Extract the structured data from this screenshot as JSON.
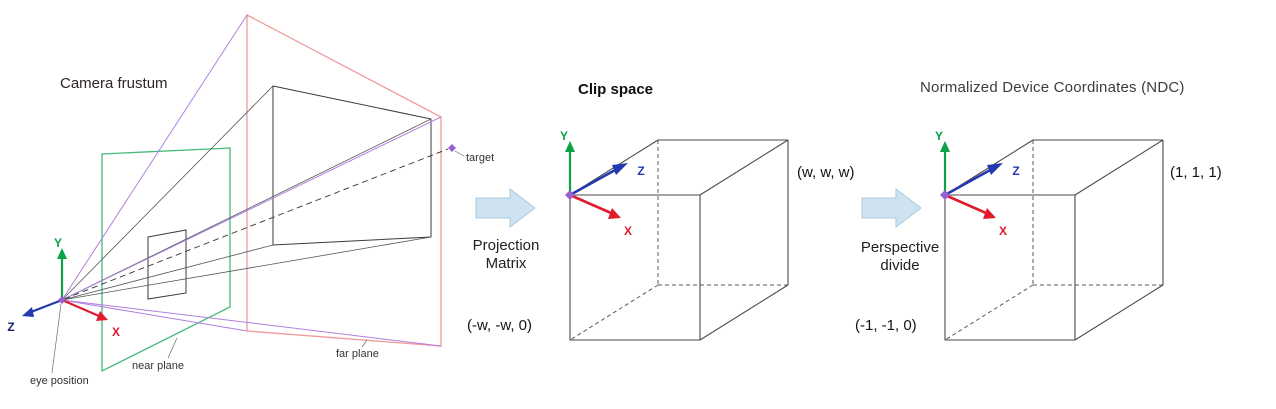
{
  "diagram": {
    "frustum": {
      "title": "Camera frustum",
      "target_label": "target",
      "eye_label": "eye position",
      "near_label": "near plane",
      "far_label": "far plane",
      "axes": {
        "x": "X",
        "y": "Y",
        "z": "Z"
      }
    },
    "projection_step": {
      "line1": "Projection",
      "line2": "Matrix"
    },
    "clip": {
      "title": "Clip space",
      "max_corner": "(w, w, w)",
      "min_corner": "(-w, -w, 0)",
      "axes": {
        "x": "X",
        "y": "Y",
        "z": "Z"
      }
    },
    "perspective_step": {
      "line1": "Perspective",
      "line2": "divide"
    },
    "ndc": {
      "title": "Normalized Device Coordinates (NDC)",
      "max_corner": "(1, 1, 1)",
      "min_corner": "(-1, -1, 0)",
      "axes": {
        "x": "X",
        "y": "Y",
        "z": "Z"
      }
    },
    "colors": {
      "x_axis": "#e01b2c",
      "y_axis": "#0aa147",
      "z_axis": "#2439b0",
      "frustum_lines": "#b07fe0",
      "near_plane": "#44bb77",
      "far_plane": "#f29a9a",
      "marker": "#9a5fd0",
      "arrow_fill": "#cfe2f0",
      "arrow_stroke": "#a9c9df"
    }
  }
}
